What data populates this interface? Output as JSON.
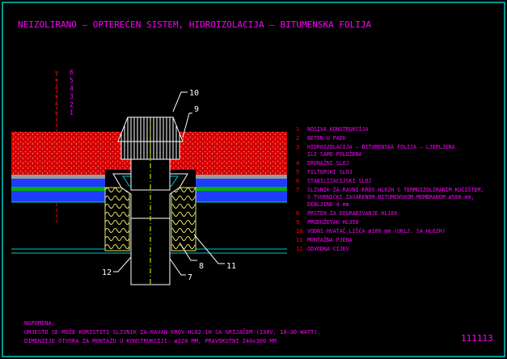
{
  "title": "NEIZOLIRANO – OPTEREĆEN SISTEM, HIDROIZOLACIJA – BITUMENSKA FOLIJA",
  "legend": [
    {
      "num": "1",
      "lines": [
        "NOSIVA KONSTRUKCIJA"
      ]
    },
    {
      "num": "2",
      "lines": [
        "BETON U PADU"
      ]
    },
    {
      "num": "3",
      "lines": [
        "HIDROIZOLACIJA – BITUMENSKA FOLIJA – LJEPLJENA",
        "ILI SAMO POLOŽENA"
      ]
    },
    {
      "num": "4",
      "lines": [
        "DRENAŽNI SLOJ"
      ]
    },
    {
      "num": "5",
      "lines": [
        "FILTERSKI SLOJ"
      ]
    },
    {
      "num": "6",
      "lines": [
        "STABILIZACIJSKI SLOJ"
      ]
    },
    {
      "num": "7",
      "lines": [
        "SLIVNIK ZA RAVNI KROV HL62H S TERMOIZOLIRANIM KUĆIŠTEM,",
        "S TVORNIČKI ZAVARENOM BITUMENSKOM MEMBRANOM ø500 mm,",
        "DEBLJINE 4 mm"
      ]
    },
    {
      "num": "8",
      "lines": [
        "PRSTEN ZA DOGRAĐIVANJE HL160"
      ]
    },
    {
      "num": "9",
      "lines": [
        "PRODUŽETAK HL350"
      ]
    },
    {
      "num": "10",
      "lines": [
        "VODNI HVATAČ LIŠĆA ø180 mm (UKLJ. SA HL62H)"
      ]
    },
    {
      "num": "11",
      "lines": [
        "MONTAŽNA PJENA"
      ]
    },
    {
      "num": "12",
      "lines": [
        "ODVODNA CIJEV"
      ]
    }
  ],
  "layer_scale": [
    "6",
    "5",
    "4",
    "3",
    "2",
    "1"
  ],
  "callouts": {
    "c10": "10",
    "c9": "9",
    "c12": "12",
    "c8": "8",
    "c7": "7",
    "c11": "11"
  },
  "notes": {
    "heading": "NAPOMENA:",
    "lines": [
      "UMJESTO SE MOŽE KORISTITI SLIVNIK ZA RAVAN KROV HL62.1H SA GRIJAČEM (230V, 10–30 WATT).",
      "DIMENZIJE OTVORA ZA MONTAŽU U KONSTRUKCIJI: ø220 MM, PRAVOKUTNI 240x300 MM"
    ]
  },
  "drawing_number": "111113",
  "colors": {
    "background": "#000000",
    "title": "#ff00ff",
    "legend_number": "#ff0000",
    "legend_text": "#ff00ff",
    "concrete": "#e60000",
    "drainage": "#1e3cff",
    "filter": "#00b400",
    "insulation": "#e6e664",
    "frame": "#00c8c8",
    "number": "#ff00ff"
  }
}
